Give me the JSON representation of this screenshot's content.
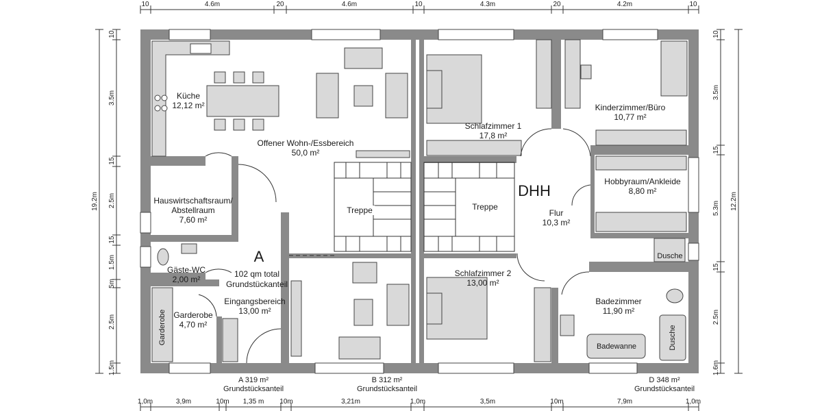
{
  "dims_top": [
    "10",
    "4.6m",
    "20",
    "4.6m",
    "10",
    "4.3m",
    "20",
    "4.2m",
    "10"
  ],
  "dims_bottom": [
    "1,0m",
    "3,9m",
    "10m",
    "1,35 m",
    "10m",
    "3,21m",
    "1,0m",
    "3,5m",
    "10m",
    "7,9m",
    "1,0m"
  ],
  "dims_left": [
    "10",
    "3.5m",
    "15",
    "2.5m",
    "15",
    "1.5m",
    "5m",
    "2.5m",
    "1.5m",
    "19.2m"
  ],
  "dims_right": [
    "10",
    "3.5m",
    "15",
    "5.3m",
    "15",
    "2.5m",
    "1.6m",
    "12.2m"
  ],
  "rooms": {
    "kueche": {
      "name": "Küche",
      "area": "12,12 m²"
    },
    "wohn": {
      "name": "Offener Wohn-/Essbereich",
      "area": "50,0 m²"
    },
    "hwr": {
      "name": "Hauswirtschaftsraum/ Abstellraum",
      "area": "7,60 m²"
    },
    "wc": {
      "name": "Gäste-WC",
      "area": "2,00 m²"
    },
    "garderobe": {
      "name": "Garderobe",
      "area": "4,70 m²"
    },
    "eingang": {
      "name": "Eingangsbereich",
      "area": "13,00 m²"
    },
    "treppe1": {
      "name": "Treppe"
    },
    "treppe2": {
      "name": "Treppe"
    },
    "schlaf1": {
      "name": "Schlafzimmer 1",
      "area": "17,8 m²"
    },
    "kinder": {
      "name": "Kinderzimmer/Büro",
      "area": "10,77 m²"
    },
    "hobby": {
      "name": "Hobbyraum/Ankleide",
      "area": "8,80 m²"
    },
    "flur": {
      "name": "Flur",
      "area": "10,3 m²"
    },
    "schlaf2": {
      "name": "Schlafzimmer 2",
      "area": "13,00 m²"
    },
    "bad": {
      "name": "Badezimmer",
      "area": "11,90 m²"
    }
  },
  "fixtures": {
    "dusche1": "Dusche",
    "dusche2": "Dusche",
    "wanne": "Badewanne",
    "garderobe_vertical": "Garderobe"
  },
  "unit_a": {
    "letter": "A",
    "total": "102 qm total",
    "share": "Grundstückanteil"
  },
  "dhh": "DHH",
  "plots": [
    {
      "label": "A 319 m²",
      "sub": "Grundstücksanteil"
    },
    {
      "label": "B 312 m²",
      "sub": "Grundstücksanteil"
    },
    {
      "label": "D 348 m²",
      "sub": "Grundstücksanteil"
    }
  ]
}
